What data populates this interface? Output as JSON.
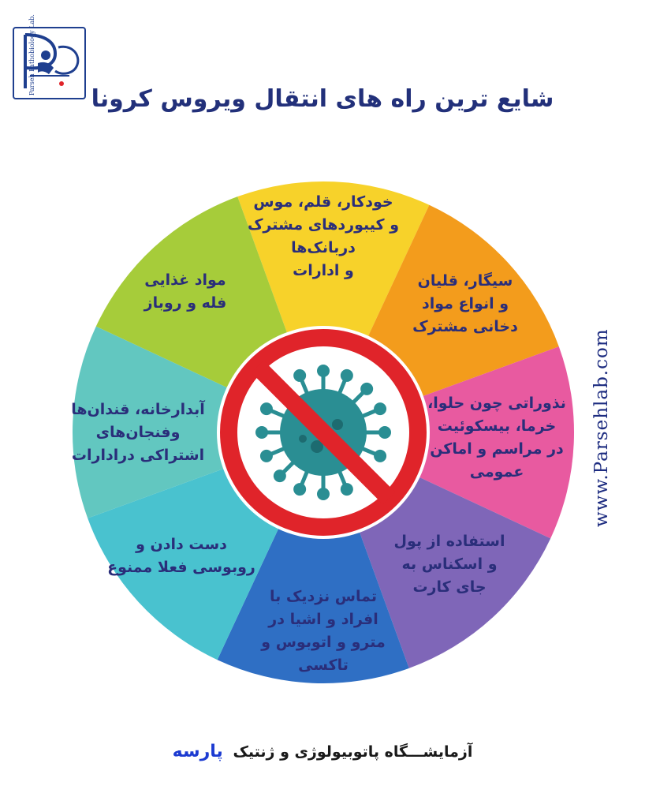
{
  "logo": {
    "text": "Parseh Pathobiology Lab."
  },
  "title": "شایع ترین راه های انتقال ویروس کرونا",
  "side_url": "www.Parsehlab.com",
  "segments": [
    {
      "text": "خودکار، قلم، موس\nو کیبوردهای مشترک\nدربانک‌ها\nو ادارات",
      "color": "#f7d22a"
    },
    {
      "text": "سیگار، قلیان\nو انواع مواد\nدخانی مشترک",
      "color": "#f39c1c"
    },
    {
      "text": "نذوراتی چون حلوا،\nخرما، بیسکوئیت\nدر مراسم و اماکن\nعمومی",
      "color": "#e85aa0"
    },
    {
      "text": "استفاده از پول\nو اسکناس به\nجای کارت",
      "color": "#7f66b8"
    },
    {
      "text": "تماس نزدیک با\nافراد و اشیا در\nمترو و اتوبوس و\nتاکسی",
      "color": "#2f6fc4"
    },
    {
      "text": "دست دادن و\nروبوسی فعلا ممنوع",
      "color": "#49c2cf"
    },
    {
      "text": "آبدارخانه، قندان‌ها\nوفنجان‌های\nاشتراکی درادارات",
      "color": "#62c7c0"
    },
    {
      "text": "مواد غذایی\nفله و روباز",
      "color": "#a6cc3a"
    }
  ],
  "center": {
    "icon": "no-virus-icon",
    "ring_color": "#e0242a",
    "virus_color": "#2a8e93"
  },
  "footer": {
    "text": "آزمایشـــگاه پاتوبیولوژی و ژنتیک",
    "brand": "پارسه"
  }
}
